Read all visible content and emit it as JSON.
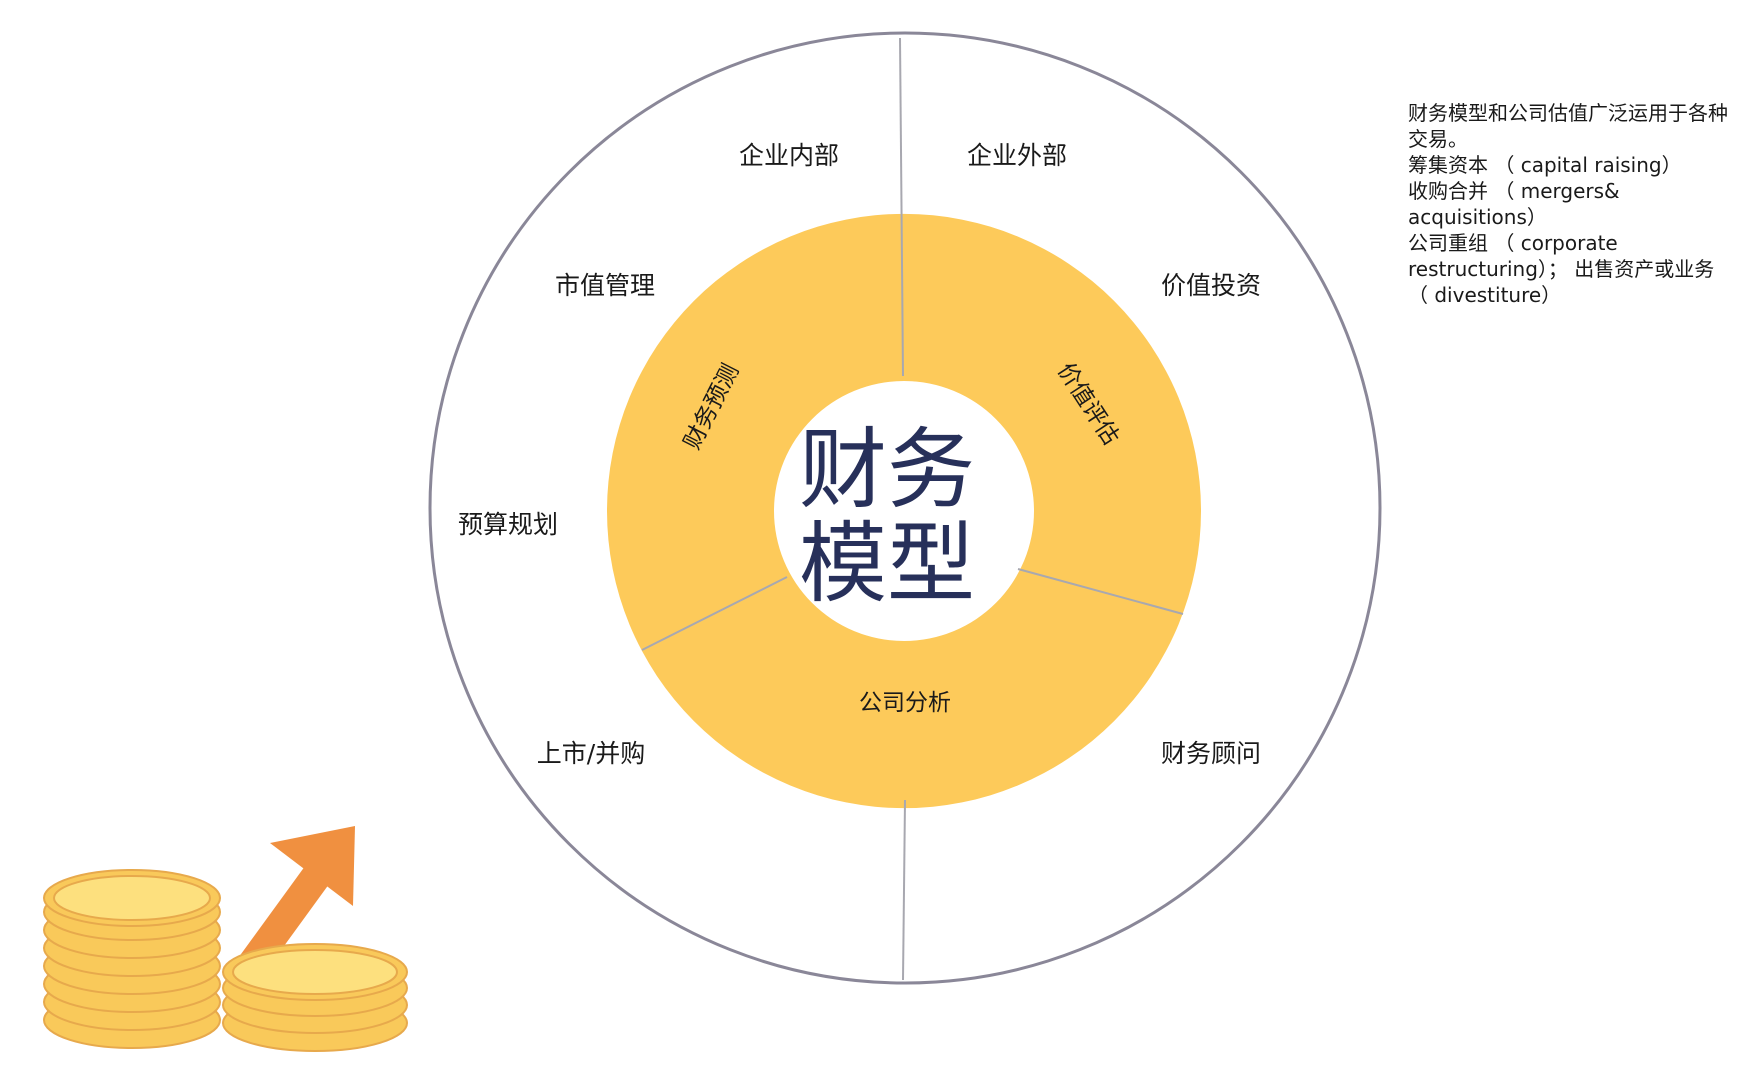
{
  "center": {
    "line1": "财务",
    "line2": "模型"
  },
  "ring_labels": {
    "forecast": "财务预测",
    "valuation": "价值评估",
    "analysis": "公司分析"
  },
  "outer_labels": {
    "internal": "企业内部",
    "external": "企业外部",
    "market_cap": "市值管理",
    "value_investing": "价值投资",
    "budget": "预算规划",
    "ipo_ma": "上市/并购",
    "advisory": "财务顾问"
  },
  "description": {
    "line1": "财务模型和公司估值广泛运用于各种交易。",
    "line2": "筹集资本 （ capital raising）",
    "line3": "收购合并 （ mergers& acquisitions）",
    "line4": "公司重组 （ corporate restructuring）； 出售资产或业务 （ divestiture）"
  },
  "colors": {
    "ring": "#fdca5a",
    "outer_circle_stroke": "#8a8798",
    "divider": "#a8a8b0",
    "center_text": "#27305a",
    "arrow": "#f09040",
    "coin_face": "#fde07e",
    "coin_edge": "#f9c95a",
    "coin_rim": "#e7a94c"
  },
  "icons": {
    "coins": "coin-stack-icon",
    "arrow": "growth-arrow-icon"
  }
}
